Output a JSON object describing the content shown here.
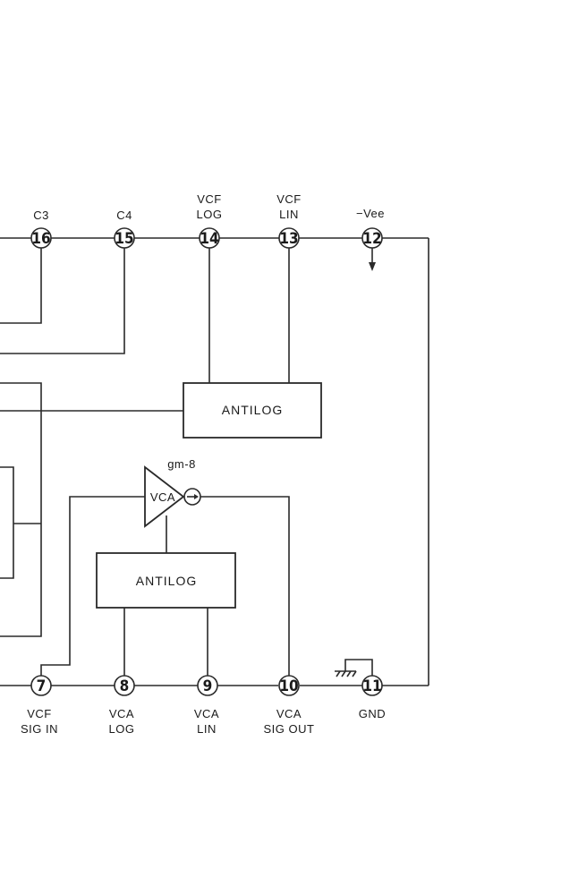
{
  "pins_top": [
    {
      "number": "16",
      "label_line1": "",
      "label_line2": "C3"
    },
    {
      "number": "15",
      "label_line1": "",
      "label_line2": "C4"
    },
    {
      "number": "14",
      "label_line1": "VCF",
      "label_line2": "LOG"
    },
    {
      "number": "13",
      "label_line1": "VCF",
      "label_line2": "LIN"
    },
    {
      "number": "12",
      "label_line1": "",
      "label_line2": "−Vee"
    }
  ],
  "pins_bottom": [
    {
      "number": "7",
      "label_line1": "VCF",
      "label_line2": "SIG IN"
    },
    {
      "number": "8",
      "label_line1": "VCA",
      "label_line2": "LOG"
    },
    {
      "number": "9",
      "label_line1": "VCA",
      "label_line2": "LIN"
    },
    {
      "number": "10",
      "label_line1": "VCA",
      "label_line2": "SIG OUT"
    },
    {
      "number": "11",
      "label_line1": "GND",
      "label_line2": ""
    }
  ],
  "blocks": {
    "vcf_antilog": "ANTILOG",
    "vca_antilog": "ANTILOG",
    "vca_amp": "VCA",
    "vca_gain_label": "gm-8"
  }
}
